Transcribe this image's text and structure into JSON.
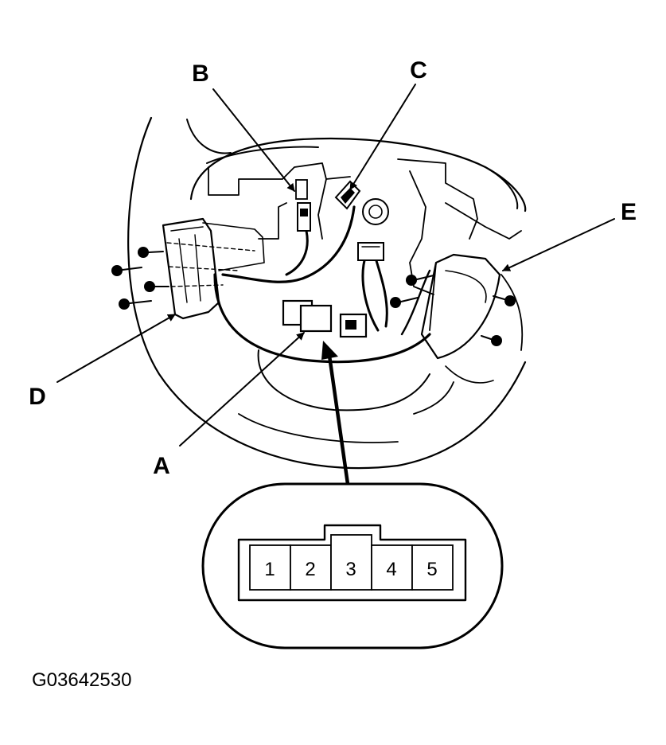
{
  "callouts": {
    "A": "A",
    "B": "B",
    "C": "C",
    "D": "D",
    "E": "E"
  },
  "connector_pins": [
    "1",
    "2",
    "3",
    "4",
    "5"
  ],
  "figure_code": "G03642530"
}
